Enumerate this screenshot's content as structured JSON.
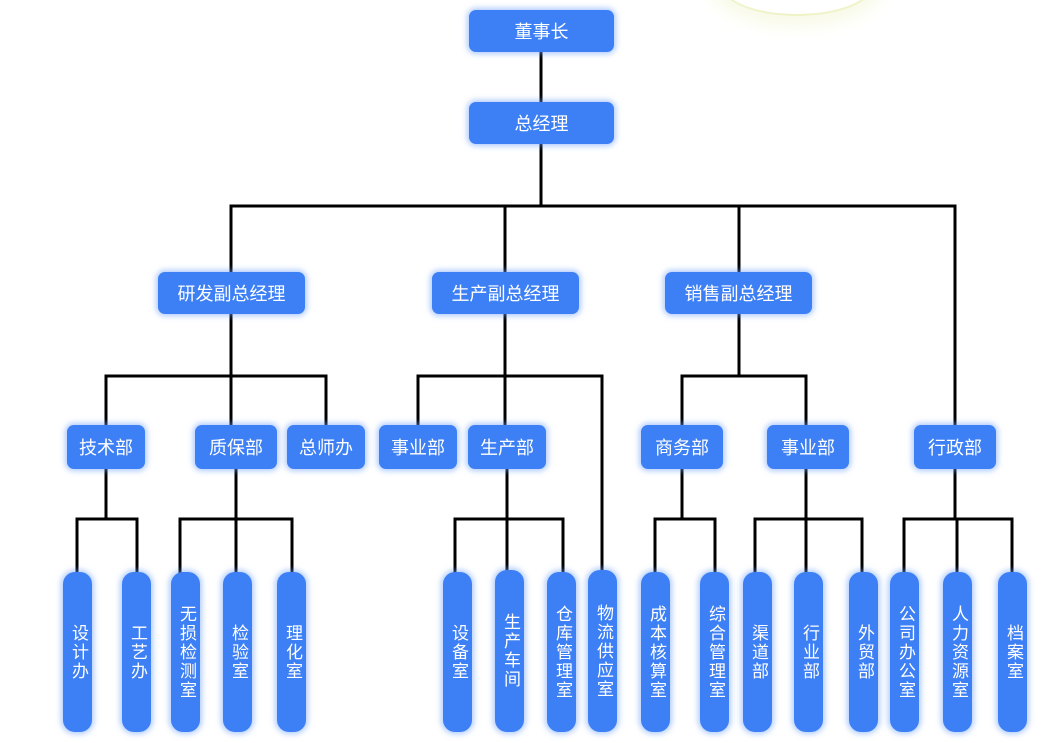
{
  "chairman": "董事长",
  "gm": "总经理",
  "vps": {
    "rd": "研发副总经理",
    "prod": "生产副总经理",
    "sales": "销售副总经理"
  },
  "depts": {
    "tech": "技术部",
    "qa": "质保部",
    "chief_eng": "总师办",
    "business_prod": "事业部",
    "production": "生产部",
    "commerce": "商务部",
    "business_sales": "事业部",
    "admin": "行政部"
  },
  "units": {
    "design": "设计办",
    "process": "工艺办",
    "ndt": "无损检测室",
    "inspection": "检验室",
    "physchem": "理化室",
    "equipment": "设备室",
    "workshop": "生产车间",
    "warehouse": "仓库管理室",
    "logistics": "物流供应室",
    "costing": "成本核算室",
    "general_mgmt": "综合管理室",
    "channel": "渠道部",
    "industry": "行业部",
    "foreign_trade": "外贸部",
    "company_office": "公司办公室",
    "hr": "人力资源室",
    "archive": "档案室"
  }
}
